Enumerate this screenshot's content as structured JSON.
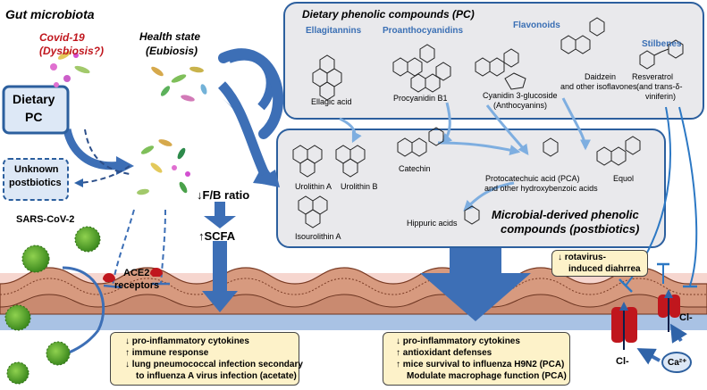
{
  "left": {
    "title": "Gut microbiota",
    "covid": "Covid-19",
    "dysbiosis": "(Dysbiosis?)",
    "health": "Health state",
    "eubiosis": "(Eubiosis)",
    "dietary_pc": [
      "Dietary",
      "PC"
    ],
    "unknown_post": [
      "Unknown",
      "postbiotics"
    ],
    "fb_ratio": "↓F/B ratio",
    "scfa": "↑SCFA",
    "sars": "SARS-CoV-2",
    "ace2": [
      "ACE2",
      "receptors"
    ]
  },
  "pc_box": {
    "title": "Dietary phenolic compounds (PC)",
    "classes": [
      "Ellagitannins",
      "Proanthocyanidins",
      "Flavonoids",
      "Stilbenes"
    ],
    "compounds": {
      "ellagic": "Ellagic acid",
      "procyanidin": "Procyanidin B1",
      "cyanidin": [
        "Cyanidin 3-glucoside",
        "(Anthocyanins)"
      ],
      "daidzein": [
        "Daidzein",
        "and other isoflavones"
      ],
      "resveratrol": [
        "Resveratrol",
        "(and trans-δ-",
        "viniferin)"
      ]
    }
  },
  "micro_box": {
    "title": [
      "Microbial-derived phenolic",
      "compounds  (postbiotics)"
    ],
    "compounds": {
      "urolithin_a": "Urolithin A",
      "urolithin_b": "Urolithin B",
      "isourolithin": "Isourolithin A",
      "catechin": "Catechin",
      "pca": [
        "Protocatechuic acid (PCA)",
        "and other hydroxybenzoic acids"
      ],
      "hippuric": "Hippuric acids",
      "equol": "Equol"
    }
  },
  "effects": {
    "rotavirus": [
      "↓ rotavirus-",
      "induced diahrrea"
    ],
    "box1": [
      "↓    pro-inflammatory cytokines",
      "↑    immune response",
      "↓   lung pneumococcal infection secondary",
      "to influenza A virus infection (acetate)"
    ],
    "box2": [
      "↓    pro-inflammatory cytokines",
      "↑    antioxidant defenses",
      "↑    mice survival to influenza H9N2 (PCA)",
      "Modulate macrophage function (PCA)"
    ],
    "cl1": "Cl-",
    "cl2": "Cl-",
    "ca": "Ca²⁺"
  },
  "colors": {
    "blue": "#3a6fb4",
    "dark_blue": "#2c5f9e",
    "red": "#c0161d",
    "yellow_box": "#fdf2c9",
    "gray_box": "#e9e9ec",
    "virus_green": "#5aa02c"
  }
}
